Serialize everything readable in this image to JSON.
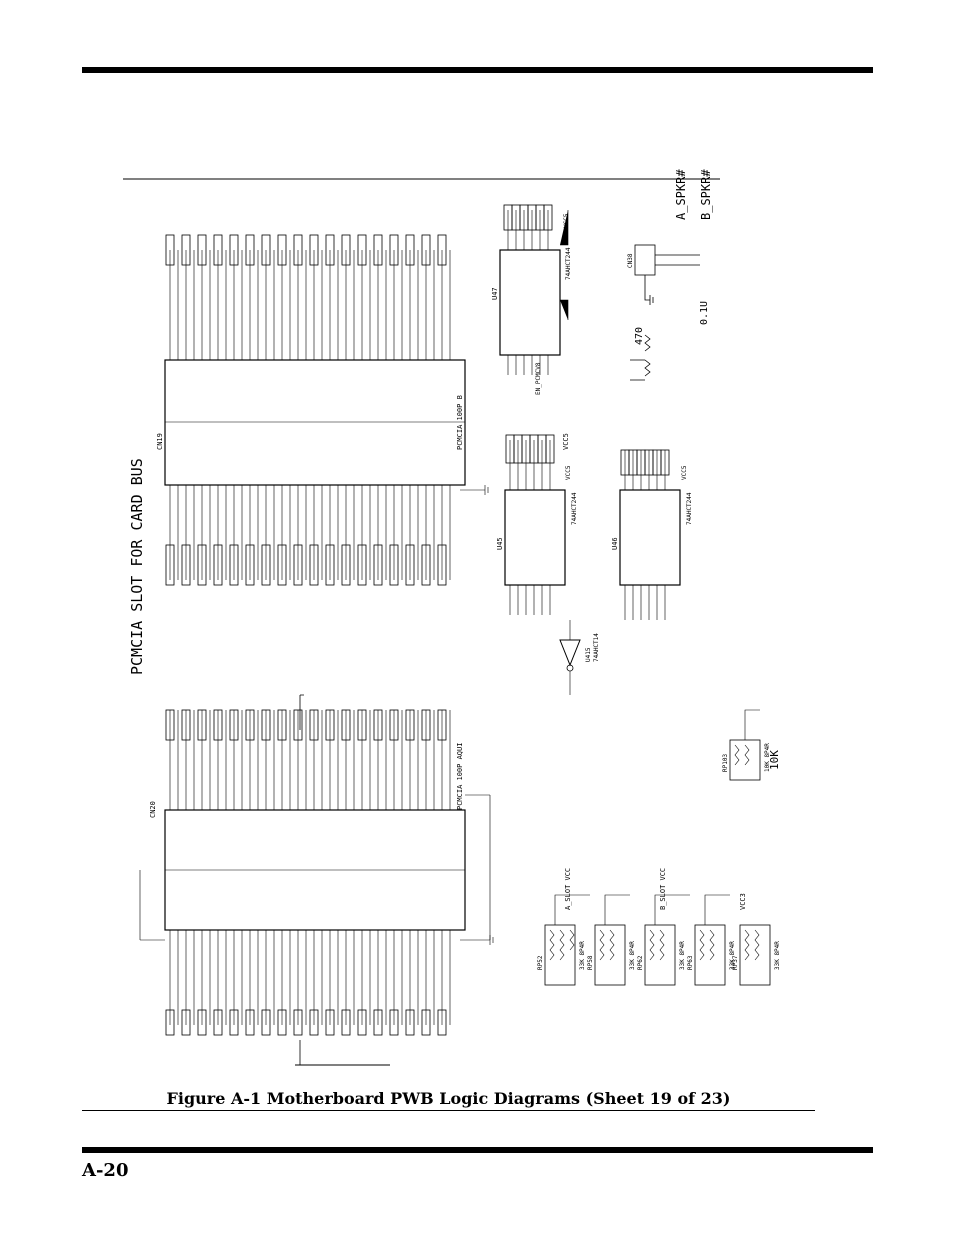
{
  "figure": {
    "caption": "Figure A-1  Motherboard PWB Logic Diagrams (Sheet 19 of 23)"
  },
  "page": {
    "number": "A-20"
  },
  "schematic": {
    "bus_title": "PCMCIA SLOT FOR CARD BUS",
    "connectors": [
      {
        "ref": "CN19",
        "part": "PCMCIA 100P B"
      },
      {
        "ref": "CN20",
        "part": "PCMCIA 100P AQUI"
      }
    ],
    "ics": [
      {
        "ref": "U47",
        "part": "74AHCT244",
        "supply": "VCC5"
      },
      {
        "ref": "U45",
        "part": "74AHCT244",
        "supply": "VCC5"
      },
      {
        "ref": "U46",
        "part": "74AHCT244",
        "supply": "VCC5"
      },
      {
        "ref": "U415",
        "part": "74AHCT14"
      }
    ],
    "enable_net": "EN_PCMCV8",
    "net_labels": [
      "A_SLOT VCC",
      "B_SLOT VCC",
      "VCC3",
      "VCC5"
    ],
    "resistor_packs": [
      {
        "ref": "RP52",
        "value": "33K 8P4R"
      },
      {
        "ref": "RP58",
        "value": "33K 8P4R"
      },
      {
        "ref": "RP62",
        "value": "33K 8P4R"
      },
      {
        "ref": "RP63",
        "value": "33K 8P4R"
      },
      {
        "ref": "RP37",
        "value": "33K 8P4R"
      },
      {
        "ref": "RP103",
        "value": "10K 8P4R"
      }
    ],
    "handwritten_notes": [
      "A_SPKR#",
      "B_SPKR#",
      "0.1U",
      "470",
      "10K"
    ],
    "audio_connector": "CN38"
  },
  "colors": {
    "ink": "#000000",
    "paper": "#ffffff"
  }
}
